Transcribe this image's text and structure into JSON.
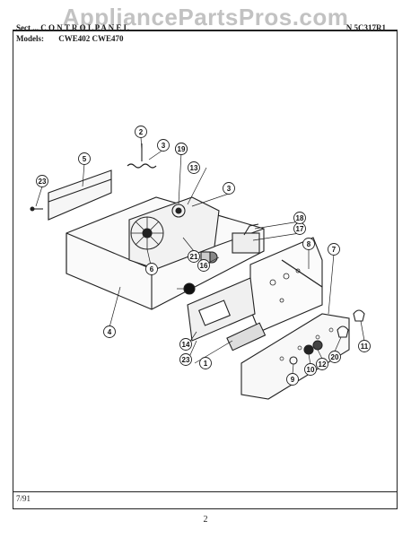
{
  "watermark": "AppliancePartsPros.com",
  "header": {
    "section": "Sect ... C O N T R O L   P A N E L",
    "number": "N 5C317R1",
    "models_label": "Models:",
    "models": "CWE402  CWE470"
  },
  "footer": {
    "date": "7/91",
    "page": "2"
  },
  "callouts": [
    "1",
    "2",
    "3",
    "3",
    "4",
    "5",
    "6",
    "7",
    "8",
    "9",
    "10",
    "11",
    "12",
    "13",
    "14",
    "16",
    "17",
    "18",
    "19",
    "19",
    "20",
    "21",
    "23",
    "23"
  ]
}
